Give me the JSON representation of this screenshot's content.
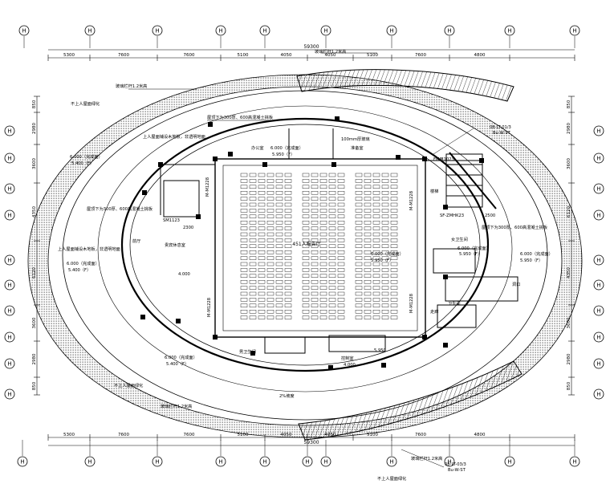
{
  "grid_bubbles_top": [
    "H",
    "H",
    "H",
    "H",
    "H",
    "H",
    "H",
    "H",
    "H",
    "H"
  ],
  "grid_bubbles_bottom": [
    "H",
    "H",
    "H",
    "H",
    "H",
    "H",
    "H",
    "H",
    "H",
    "H",
    "H"
  ],
  "grid_bubbles_left": [
    "H",
    "H",
    "H",
    "H",
    "H",
    "H",
    "H",
    "H",
    "H",
    "H"
  ],
  "grid_bubbles_right": [
    "H",
    "H",
    "H",
    "H",
    "H",
    "H",
    "H",
    "H",
    "H",
    "H"
  ],
  "dims_top": {
    "total": "59300",
    "spans": [
      "5300",
      "7600",
      "7600",
      "5100",
      "4050",
      "4050",
      "5100",
      "7600",
      "4800"
    ]
  },
  "dims_bottom": {
    "total": "59300",
    "spans": [
      "5300",
      "7600",
      "7600",
      "5100",
      "4050",
      "4050",
      "5100",
      "7600",
      "4800"
    ]
  },
  "dims_left": [
    "850",
    "2980",
    "3600",
    "4350",
    "6120",
    "3600",
    "2980",
    "850"
  ],
  "dims_right": [
    "850",
    "2980",
    "3600",
    "6120",
    "4350",
    "3600",
    "2980",
    "850"
  ],
  "labels": {
    "main_hall": "451人报告厅",
    "elev_main": "6.000（完成面）",
    "elev_main_2": "5.950（F）",
    "top_railing": "玻璃栏杆1.2米高",
    "top_left_railing": "玻璃栏杆1.2米高",
    "no_access_tl": "不上人屋面绿化",
    "no_access_bl": "不上人屋面绿化",
    "no_access_br": "不上人屋面绿化",
    "bottom_railing": "玻璃栏杆1.2米高",
    "bottom_right_railing": "玻璃栏杆1.2米高",
    "roof_note_1": "屋顶下为300厚、600高混凝土挑板",
    "roof_note_2": "屋顶下为300厚、600高混凝土挑板",
    "roof_note_3": "屋顶下为300厚、600高混凝土挑板",
    "access_roof_l1": "上人屋面铺设木地板，非透明地面",
    "access_roof_l2": "上人屋面铺设木地板，非透明地面",
    "office": "办公室",
    "prep": "准备室",
    "lounge": "贵宾休息室",
    "lobby": "前厅",
    "control": "控制室",
    "restroom_m": "男卫生间",
    "restroom_w": "女卫生间",
    "stair": "楼梯",
    "toilet": "卫生间",
    "corridor": "走廊",
    "opening": "洞口",
    "elev_l1": "6.000（完成面）",
    "elev_l1b": "5.400（F）",
    "elev_l2": "6.000（完成面）",
    "elev_l2b": "5.400（F）",
    "elev_l3": "6.000（完成面）",
    "elev_l3b": "5.400（F）",
    "elev_r1": "6.000（完成面）",
    "elev_r1b": "5.950（F）",
    "elev_r2": "6.000（完成面）",
    "elev_r2b": "5.950（F）",
    "elev_tc": "6.000（完成面）",
    "elev_tcb": "5.950（F）",
    "elev_4000": "4.000",
    "elev_4000b": "4.000",
    "elev_5950": "5.950",
    "glass_note": "100mm厚玻璃",
    "slope_note": "2%坡度",
    "door_m1": "M-M1228",
    "door_m2": "M-M1228",
    "door_m3": "M-M1228",
    "door_m4": "M-M1228",
    "door_fm": "FM甲1023",
    "door_sf": "SF-ZMHK23",
    "door_sm": "SM1123",
    "dim_2300": "2300",
    "dim_2500": "2500",
    "ref_top": "08-LT-01/3",
    "ref_top_b": "Bu-W-ST",
    "ref_bot": "08-LT-03/3",
    "ref_bot_b": "Bu-W-ST"
  }
}
